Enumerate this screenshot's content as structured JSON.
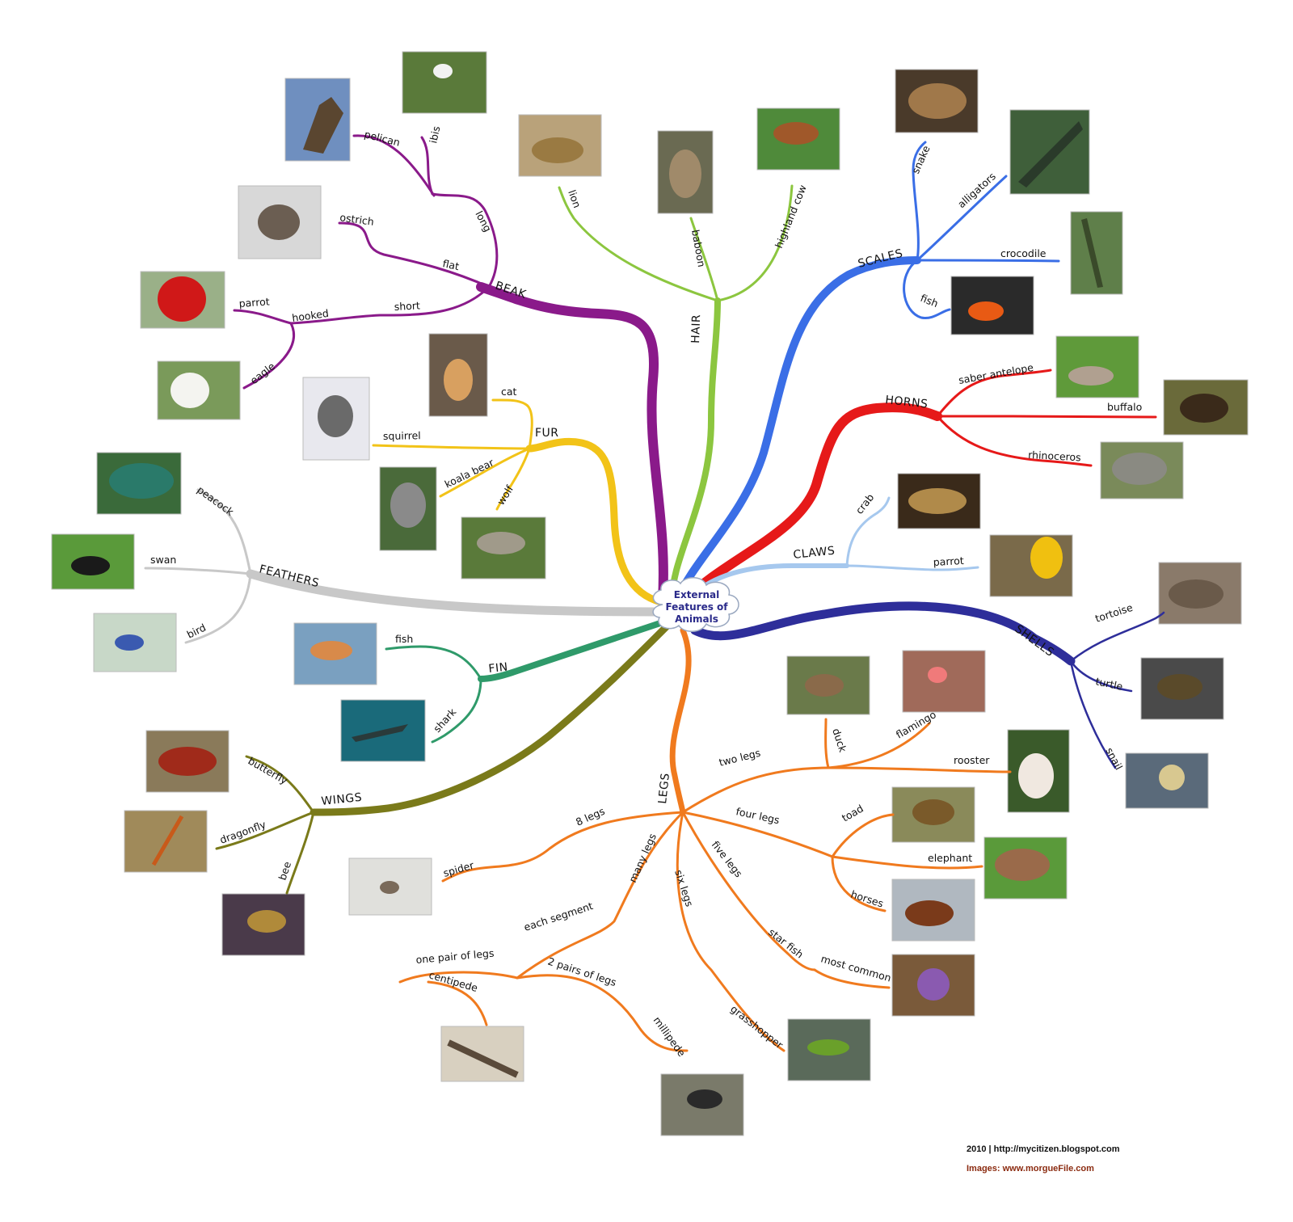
{
  "center": {
    "line1": "External",
    "line2": "Features of",
    "line3": "Animals"
  },
  "branches": {
    "beak": "BEAK",
    "long": "long",
    "flat": "flat",
    "short": "short",
    "hooked": "hooked",
    "pelican": "pelican",
    "ibis": "ibis",
    "ostrich": "ostrich",
    "parrot": "parrot",
    "eagle": "eagle",
    "hair": "HAIR",
    "lion": "lion",
    "baboon": "baboon",
    "highland_cow": "highland cow",
    "scales": "SCALES",
    "snake": "snake",
    "alligators": "alligators",
    "crocodile": "crocodile",
    "fish": "fish",
    "horns": "HORNS",
    "saber_antelope": "saber antelope",
    "buffalo": "buffalo",
    "rhinoceros": "rhinoceros",
    "claws": "CLAWS",
    "crab": "crab",
    "claws_parrot": "parrot",
    "shells": "SHELLS",
    "tortoise": "tortoise",
    "turtle": "turtle",
    "snail": "snail",
    "fur": "FUR",
    "cat": "cat",
    "squirrel": "squirrel",
    "koala_bear": "koala bear",
    "wolf": "wolf",
    "feathers": "FEATHERS",
    "peacock": "peacock",
    "swan": "swan",
    "bird": "bird",
    "fin": "FIN",
    "fin_fish": "fish",
    "shark": "shark",
    "wings": "WINGS",
    "butterfly": "butterfly",
    "dragonfly": "dragonfly",
    "bee": "bee",
    "legs": "LEGS",
    "two_legs": "two legs",
    "duck": "duck",
    "flamingo": "flamingo",
    "rooster": "rooster",
    "four_legs": "four legs",
    "toad": "toad",
    "elephant": "elephant",
    "horses": "horses",
    "five_legs": "five legs",
    "star_fish": "star fish",
    "most_common": "most common",
    "six_legs": "six legs",
    "grasshopper": "grasshopper",
    "many_legs": "many legs",
    "each_segment": "each segment",
    "one_pair": "one pair of legs",
    "centipede": "centipede",
    "two_pairs": "2 pairs of legs",
    "millipede": "millipede",
    "eight_legs": "8 legs",
    "spider": "spider"
  },
  "colors": {
    "beak": "#8a1a8a",
    "hair": "#8cc63f",
    "scales": "#3a6ee6",
    "horns": "#e61919",
    "claws": "#a6c8ee",
    "shells": "#2e2e9a",
    "fur": "#f2c318",
    "feathers": "#c8c8c8",
    "fin": "#2f9a6a",
    "wings": "#7a7a1a",
    "legs": "#f07a1e"
  },
  "credits": {
    "line1": "2010 | http://mycitizen.blogspot.com",
    "line2": "Images: www.morgueFile.com"
  }
}
